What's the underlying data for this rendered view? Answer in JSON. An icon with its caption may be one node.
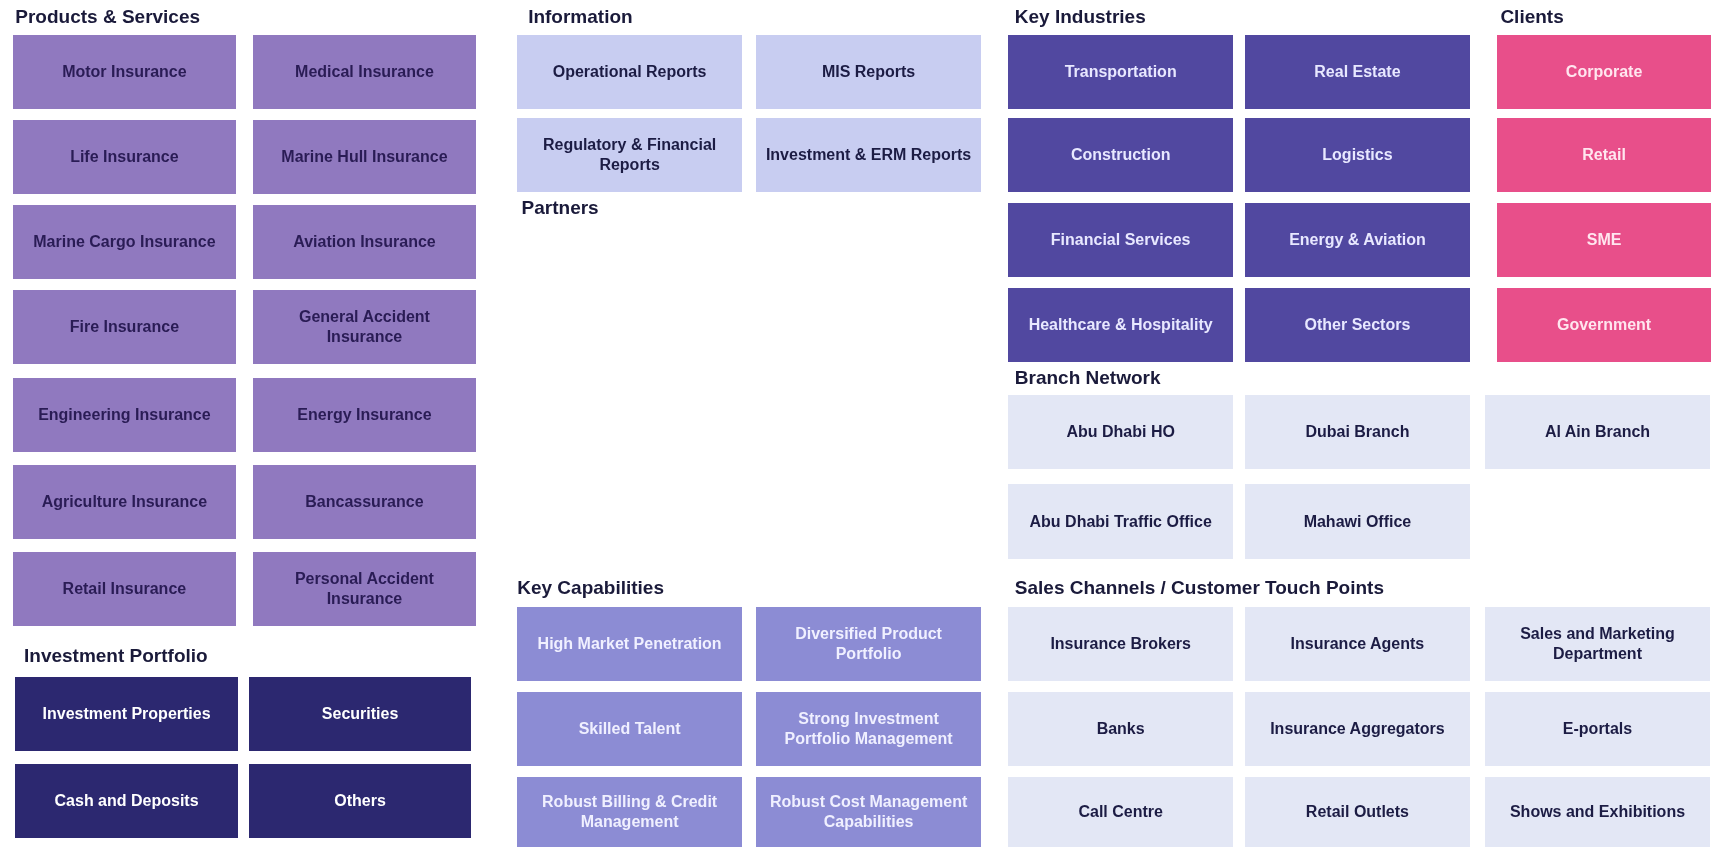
{
  "diagram": {
    "nodes": [
      {
        "text": [
          "Motor Insurance"
        ]
      },
      {
        "text": [
          "Medical Insurance"
        ]
      },
      {
        "text": [
          "Life Insurance"
        ]
      },
      {
        "text": [
          "Marine Hull Insurance"
        ]
      },
      {
        "text": [
          "Marine Cargo Insurance"
        ]
      },
      {
        "text": [
          "Aviation Insurance"
        ]
      },
      {
        "text": [
          "Fire Insurance"
        ]
      },
      {
        "text": [
          "General Accident Insurance"
        ]
      },
      {
        "text": [
          "Engineering Insurance"
        ]
      },
      {
        "text": [
          "Energy Insurance"
        ]
      },
      {
        "text": [
          "Agriculture Insurance"
        ]
      },
      {
        "text": [
          "Bancassurance"
        ]
      },
      {
        "text": [
          "Retail Insurance"
        ]
      },
      {
        "text": [
          "Personal Accident Insurance"
        ]
      },
      {
        "text": [
          "Investment Properties"
        ]
      },
      {
        "text": [
          "Securities"
        ]
      },
      {
        "text": [
          "Cash and Deposits"
        ]
      },
      {
        "text": [
          "Others"
        ]
      },
      {
        "text": [
          "Operational Reports"
        ]
      },
      {
        "text": [
          "MIS Reports"
        ]
      },
      {
        "text": [
          "Regulatory & Financial Reports"
        ]
      },
      {
        "text": [
          "Investment & ERM Reports"
        ]
      },
      {
        "text": [
          "High Market Penetration"
        ]
      },
      {
        "text": [
          "Diversified Product Portfolio"
        ]
      },
      {
        "text": [
          "Skilled Talent"
        ]
      },
      {
        "text": [
          "Strong Investment Portfolio Management"
        ]
      },
      {
        "text": [
          "Robust Billing & Credit Management"
        ]
      },
      {
        "text": [
          "Robust Cost Management Capabilities"
        ]
      },
      {
        "text": [
          "Transportation"
        ]
      },
      {
        "text": [
          "Real Estate"
        ]
      },
      {
        "text": [
          "Construction"
        ]
      },
      {
        "text": [
          "Logistics"
        ]
      },
      {
        "text": [
          "Financial Services"
        ]
      },
      {
        "text": [
          "Energy & Aviation"
        ]
      },
      {
        "text": [
          "Healthcare & Hospitality"
        ]
      },
      {
        "text": [
          "Other Sectors"
        ]
      },
      {
        "text": [
          "Corporate"
        ]
      },
      {
        "text": [
          "Retail"
        ]
      },
      {
        "text": [
          "SME"
        ]
      },
      {
        "text": [
          "Government"
        ]
      },
      {
        "text": [
          "Abu Dhabi HO"
        ]
      },
      {
        "text": [
          "Dubai Branch"
        ]
      },
      {
        "text": [
          "Al Ain Branch"
        ]
      },
      {
        "text": [
          "Abu Dhabi Traffic Office"
        ]
      },
      {
        "text": [
          "Mahawi Office"
        ]
      },
      {
        "text": [
          "Insurance Brokers"
        ]
      },
      {
        "text": [
          "Insurance Agents"
        ]
      },
      {
        "text": [
          "Sales and Marketing Department"
        ]
      },
      {
        "text": [
          "Banks"
        ]
      },
      {
        "text": [
          "Insurance Aggregators"
        ]
      },
      {
        "text": [
          "E-portals"
        ]
      },
      {
        "text": [
          "Call Centre"
        ]
      },
      {
        "text": [
          "Retail Outlets"
        ]
      },
      {
        "text": [
          "Shows and Exhibitions"
        ]
      }
    ],
    "labels": [
      "Products & Services",
      "Information",
      "Key Industries",
      "Clients",
      "Partners",
      "Branch Network",
      "Key Capabilities",
      "Sales Channels / Customer Touch Points",
      "Investment Portfolio"
    ]
  }
}
